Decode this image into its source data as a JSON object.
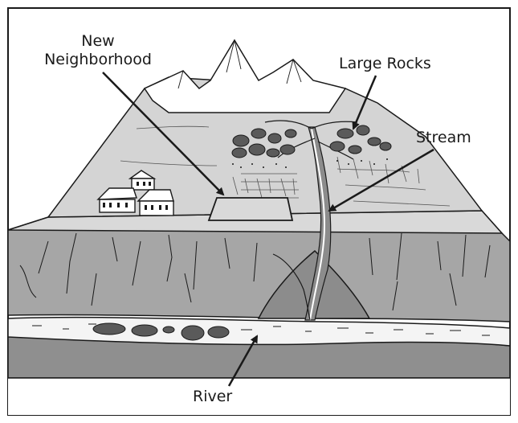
{
  "labels": {
    "new_neighborhood_line1": "New",
    "new_neighborhood_line2": "Neighborhood",
    "large_rocks": "Large Rocks",
    "stream": "Stream",
    "river": "River"
  },
  "colors": {
    "outline": "#1a1a1a",
    "sky": "#ffffff",
    "snow": "#ffffff",
    "mountain_slope": "#d4d4d4",
    "plateau_top": "#d9d9d9",
    "cliff_face": "#a6a6a6",
    "alluvial_fan": "#8c8c8c",
    "river_water": "#f4f4f4",
    "lower_bank": "#8f8f8f",
    "rocks": "#5a5a5a"
  }
}
